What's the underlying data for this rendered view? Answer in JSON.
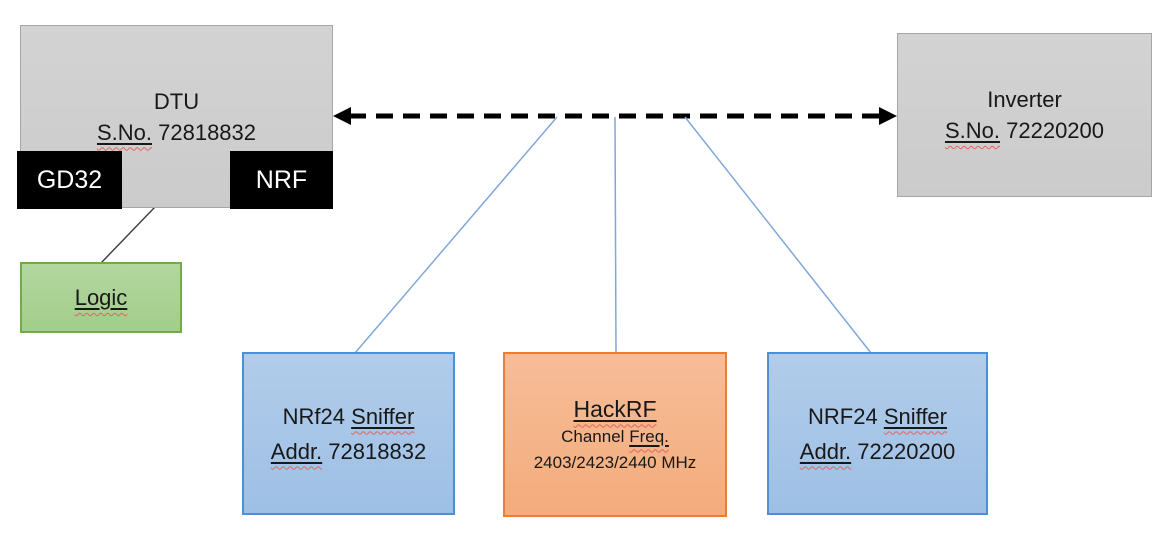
{
  "nodes": {
    "dtu": {
      "name": "DTU",
      "serial_label": "S.No.",
      "serial": "72818832"
    },
    "gd32": {
      "label": "GD32"
    },
    "nrf": {
      "label": "NRF"
    },
    "logic": {
      "label": "Logic"
    },
    "inverter": {
      "name": "Inverter",
      "serial_label": "S.No.",
      "serial": "72220200"
    },
    "sniffer_left": {
      "brand": "NRf24",
      "type": "Sniffer",
      "addr_label": "Addr.",
      "address": "72818832"
    },
    "hackrf": {
      "name": "HackRF",
      "channel_word": "Channel",
      "freq_word": "Freq.",
      "frequencies": "2403/2423/2440 MHz"
    },
    "sniffer_right": {
      "brand": "NRF24",
      "type": "Sniffer",
      "addr_label": "Addr.",
      "address": "72220200"
    }
  },
  "colors": {
    "background": "#ffffff",
    "text": "#181818",
    "gray_fill": "#cfcfcf",
    "gray_border": "#a6a6a6",
    "black_fill": "#000000",
    "blue_fill": "#a9c6e8",
    "blue_border": "#4a90d9",
    "orange_fill": "#f5b184",
    "orange_border": "#ed7d31",
    "green_fill": "#a9d18e",
    "green_border": "#70ad47",
    "connector_blue": "#7fa8d9",
    "arrow_black": "#000000",
    "thin_line": "#3a3a3a",
    "spellcheck_red": "#e0645f"
  }
}
